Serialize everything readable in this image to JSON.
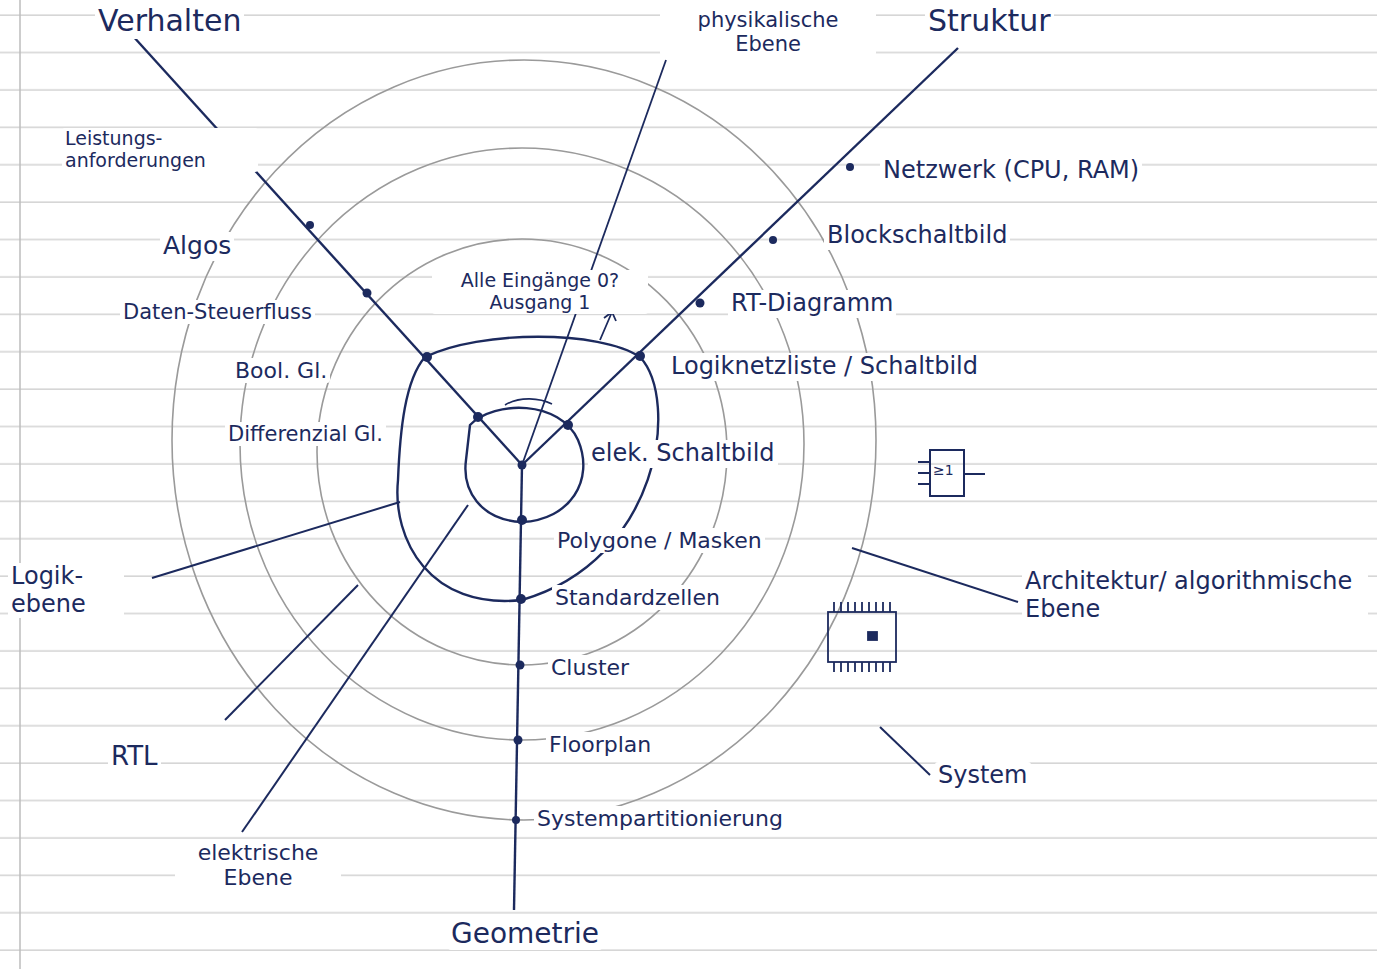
{
  "diagram": {
    "labels": [
      "Verhalten",
      "physikalische Ebene",
      "Struktur",
      "Leistungs- anforderungen",
      "Algos",
      "Daten-Steuerfluss",
      "Bool. Gl.",
      "Differenzial Gl.",
      "Alle Eingänge 0? Ausgang 1",
      "Netzwerk (CPU, RAM)",
      "Blockschaltbild",
      "RT-Diagramm",
      "Logiknetzliste / Schaltbild",
      "elek. Schaltbild",
      "Polygone / Masken",
      "Standardzellen",
      "Cluster",
      "Floorplan",
      "Systempartitionierung",
      "Geometrie",
      "Logik- ebene",
      "RTL",
      "elektrische Ebene",
      "Architektur/ algorithmische Ebene",
      "System",
      "≥1"
    ]
  }
}
